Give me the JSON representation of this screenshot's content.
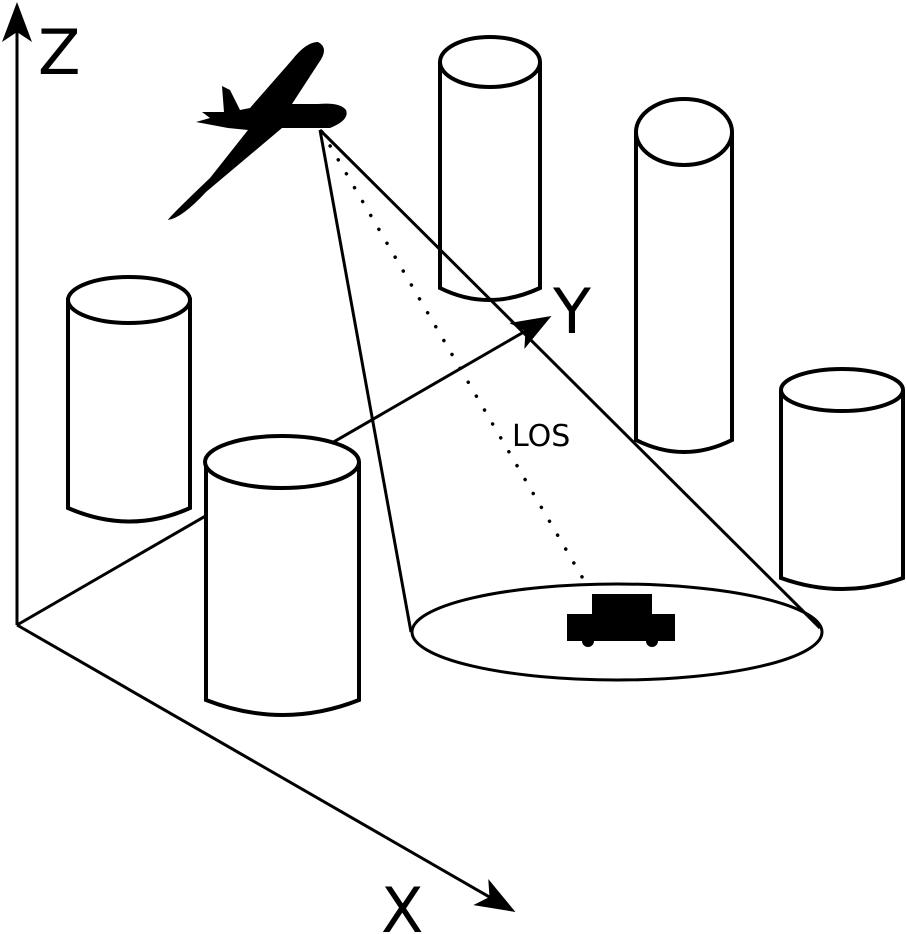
{
  "axes": {
    "x": "X",
    "y": "Y",
    "z": "Z"
  },
  "los": {
    "label": "LOS"
  },
  "colors": {
    "stroke": "#000000",
    "fill": "#ffffff"
  },
  "icons": [
    "aircraft-icon",
    "vehicle-icon"
  ]
}
